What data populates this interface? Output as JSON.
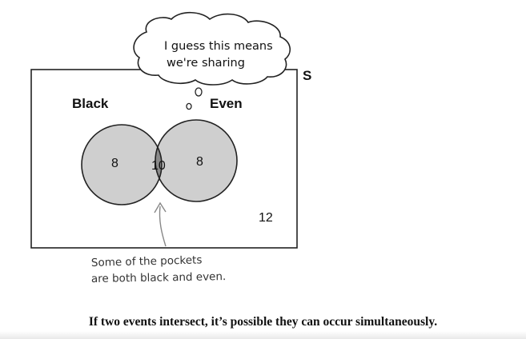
{
  "thought_bubble": {
    "line1": "I guess this means",
    "line2": "we're sharing"
  },
  "sample_space_label": "S",
  "sets": {
    "left_label": "Black",
    "right_label": "Even"
  },
  "regions": {
    "black_only": "8",
    "intersection": "10",
    "even_only": "8",
    "outside": "12"
  },
  "annotation": {
    "line1": "Some of the pockets",
    "line2": "are both black and even."
  },
  "caption": "If two events intersect, it’s possible they can occur simultaneously.",
  "colors": {
    "circle_fill": "#cfcfcf",
    "intersection_fill": "#8a8a8a",
    "stroke": "#222222",
    "arrow": "#888888"
  }
}
